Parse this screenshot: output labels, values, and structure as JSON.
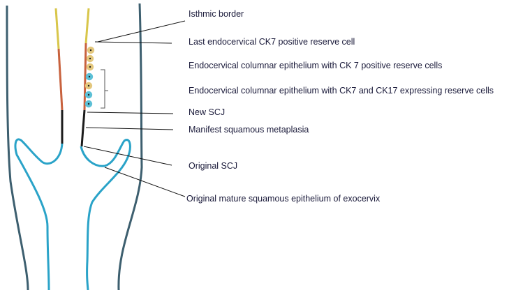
{
  "labels": {
    "isthmic_border": "Isthmic border",
    "last_ck7_cell": "Last endocervical CK7 positive reserve cell",
    "ck7_reserve_cells": "Endocervical columnar epithelium with CK 7 positive reserve cells",
    "ck7_ck17_reserve_cells": "Endocervical columnar epithelium with CK7 and CK17 expressing reserve cells",
    "new_scj": "New SCJ",
    "manifest_metaplasia": "Manifest squamous metaplasia",
    "original_scj": "Original SCJ",
    "original_squamous": "Original mature squamous epithelium of exocervix"
  },
  "colors": {
    "outer_wall": "#3d5f6f",
    "squamous": "#2aa3c8",
    "isthmus": "#d8c64a",
    "columnar": "#c8623e",
    "metaplasia": "#1b1b1b",
    "ck7_cell": "#e3c77d",
    "ck17_cell": "#5cc0d6",
    "leader": "#111111"
  }
}
